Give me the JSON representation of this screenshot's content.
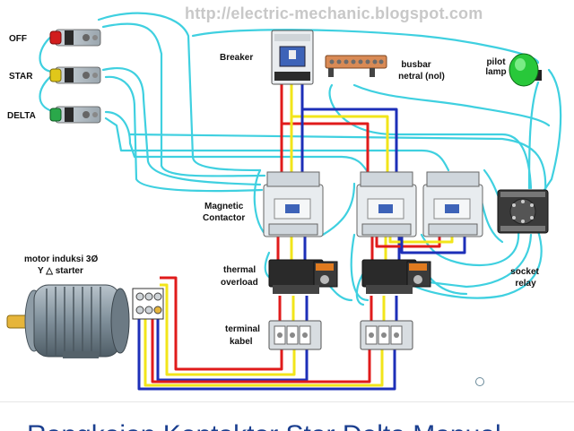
{
  "watermark": "http://electric-mechanic.blogspot.com",
  "labels": {
    "off": "OFF",
    "star": "STAR",
    "delta": "DELTA",
    "breaker": "Breaker",
    "busbar_1": "busbar",
    "busbar_2": "netral (nol)",
    "pilot_1": "pilot",
    "pilot_2": "lamp",
    "mc_1": "Magnetic",
    "mc_2": "Contactor",
    "to_1": "thermal",
    "to_2": "overload",
    "motor_1": "motor  induksi  3Ø",
    "motor_2": "Y  △  starter",
    "tk_1": "terminal",
    "tk_2": "kabel",
    "sr_1": "socket",
    "sr_2": "relay"
  },
  "bottom_title": "Rangkaian Kontaktor Star Delta Manual",
  "colors": {
    "control_wire": "#3fd0e0",
    "phase_r": "#e01b1b",
    "phase_s": "#f2e51a",
    "phase_t": "#1d2fb8",
    "pushbutton_off": "#d21d1d",
    "pushbutton_star": "#e0c71a",
    "pushbutton_delta": "#2aa84a",
    "pilot_lamp": "#28c83a",
    "busbar": "#d98a55"
  },
  "icons": [
    "pushbutton-icon",
    "breaker-icon",
    "busbar-icon",
    "pilot-lamp-icon",
    "contactor-icon",
    "thermal-overload-icon",
    "terminal-block-icon",
    "motor-icon",
    "socket-relay-icon"
  ]
}
